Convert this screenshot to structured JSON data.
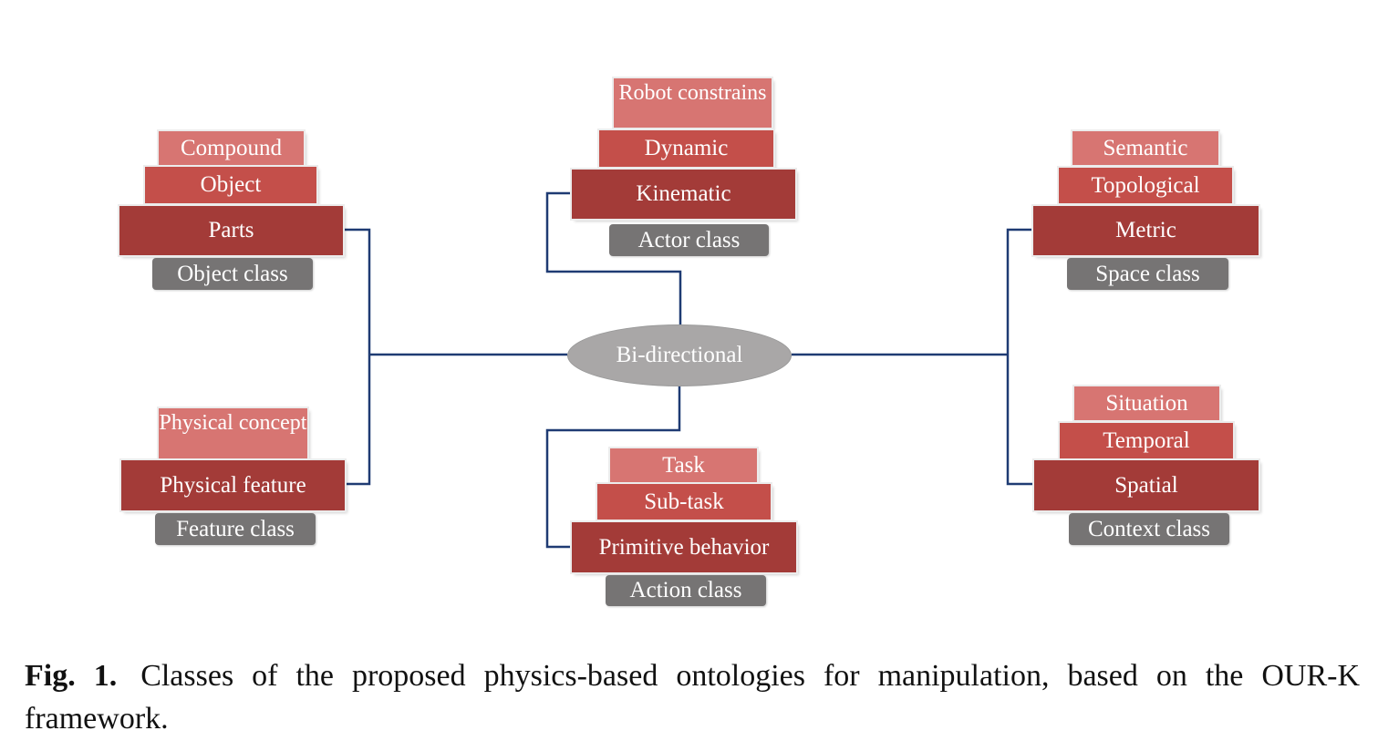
{
  "hub": {
    "label": "Bi-directional"
  },
  "groups": {
    "object": {
      "top": "Compound",
      "middle": "Object",
      "bottom": "Parts",
      "class_label": "Object class"
    },
    "actor": {
      "top": "Robot constrains",
      "middle": "Dynamic",
      "bottom": "Kinematic",
      "class_label": "Actor class"
    },
    "space": {
      "top": "Semantic",
      "middle": "Topological",
      "bottom": "Metric",
      "class_label": "Space class"
    },
    "feature": {
      "top": "Physical concept",
      "bottom": "Physical feature",
      "class_label": "Feature class"
    },
    "action": {
      "top": "Task",
      "middle": "Sub-task",
      "bottom": "Primitive behavior",
      "class_label": "Action class"
    },
    "context": {
      "top": "Situation",
      "middle": "Temporal",
      "bottom": "Spatial",
      "class_label": "Context class"
    }
  },
  "caption": {
    "label": "Fig. 1.",
    "text": "Classes of the proposed physics-based ontologies for manipulation, based on the OUR-K framework."
  },
  "colors": {
    "top": "#d77572",
    "middle": "#c44f4a",
    "bottom": "#a33b38",
    "class": "#767474",
    "hub": "#a9a7a7",
    "connector": "#1f3b73"
  }
}
